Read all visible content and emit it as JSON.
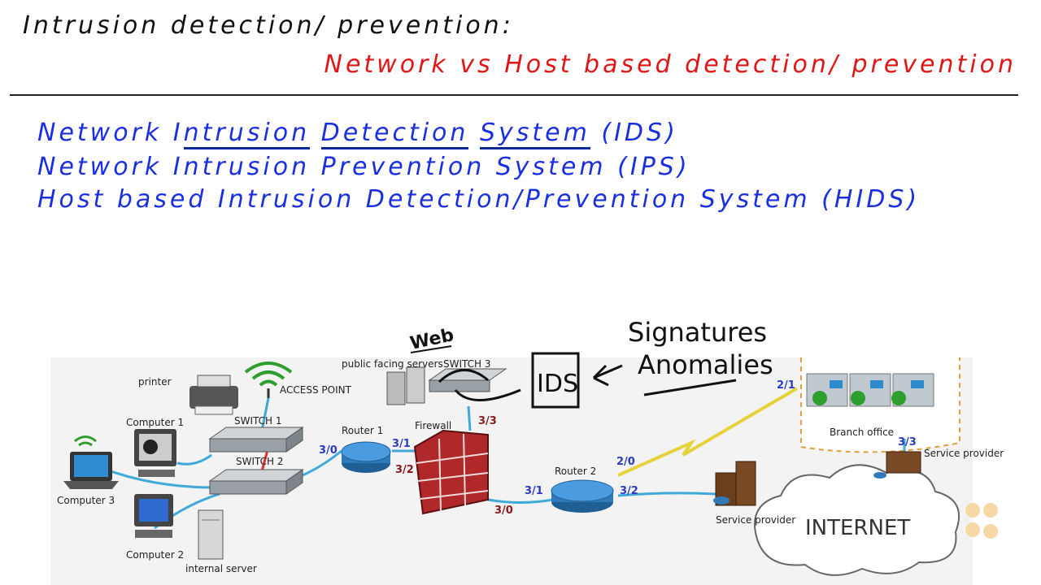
{
  "title": "Intrusion detection/ prevention:",
  "subtitle": "Network vs Host based detection/ prevention",
  "systems": [
    {
      "w1": "Network ",
      "w2": "I",
      "w3": "ntrusion",
      "w4": " ",
      "w5": "Detection",
      "w6": " ",
      "w7": "System",
      "w8": " (IDS)"
    },
    {
      "text": "Network Intrusion Prevention System (IPS)"
    },
    {
      "text": "Host based Intrusion Detection/Prevention System (HIDS)"
    }
  ],
  "diagram": {
    "labels": {
      "printer": "printer",
      "access_point": "ACCESS POINT",
      "computer1": "Computer 1",
      "computer2": "Computer 2",
      "computer3": "Computer 3",
      "switch1": "SWITCH 1",
      "switch2": "SWITCH 2",
      "switch3": "SWITCH 3",
      "internal_server": "internal server",
      "public_servers": "public facing servers",
      "router1": "Router 1",
      "router2": "Router 2",
      "firewall": "Firewall",
      "branch_office": "Branch office",
      "service_provider_left": "Service provider",
      "service_provider_right": "Service provider",
      "internet": "INTERNET"
    },
    "ports": {
      "r1_30": "3/0",
      "r1_31": "3/1",
      "r1_32": "3/2",
      "fw_33": "3/3",
      "fw_30": "3/0",
      "r2_31": "3/1",
      "r2_32": "3/2",
      "r2_20": "2/0",
      "bo_21": "2/1",
      "bo_33": "3/3"
    },
    "annotations": {
      "web": "Web",
      "ids": "IDS",
      "signatures": "Signatures",
      "anomalies": "Anomalies"
    }
  },
  "colors": {
    "title": "#111111",
    "subtitle": "#e01616",
    "systems": "#1a2fe0",
    "links": "#3fa9d8",
    "firewall": "#b0282a",
    "router": "#2f79b8",
    "wireless": "#2f9e2f"
  }
}
